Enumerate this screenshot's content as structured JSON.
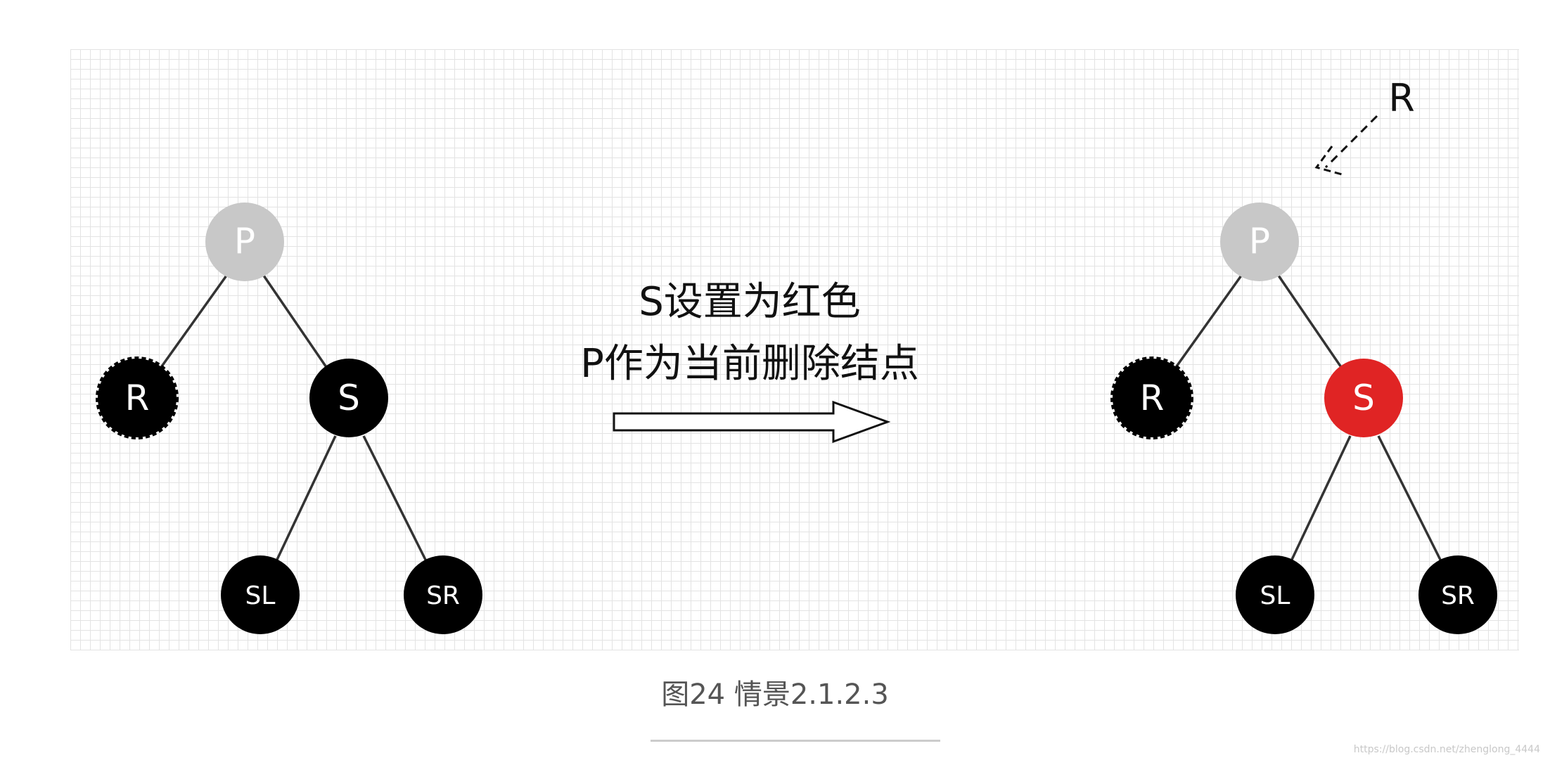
{
  "caption": "图24 情景2.1.2.3",
  "watermark": "https://blog.csdn.net/zhenglong_4444",
  "transition": {
    "line1": "S设置为红色",
    "line2": "P作为当前删除结点"
  },
  "colors": {
    "parent": "#c8c8c8",
    "black": "#000000",
    "red": "#e02424",
    "node_text": "#ffffff"
  },
  "before_tree": {
    "nodes": [
      {
        "id": "P",
        "label": "P",
        "color": "#c8c8c8"
      },
      {
        "id": "R",
        "label": "R",
        "color": "#000000"
      },
      {
        "id": "S",
        "label": "S",
        "color": "#000000"
      },
      {
        "id": "SL",
        "label": "SL",
        "color": "#000000"
      },
      {
        "id": "SR",
        "label": "SR",
        "color": "#000000"
      }
    ]
  },
  "after_tree": {
    "pointer_label": "R",
    "nodes": [
      {
        "id": "P",
        "label": "P",
        "color": "#c8c8c8"
      },
      {
        "id": "R",
        "label": "R",
        "color": "#000000"
      },
      {
        "id": "S",
        "label": "S",
        "color": "#e02424"
      },
      {
        "id": "SL",
        "label": "SL",
        "color": "#000000"
      },
      {
        "id": "SR",
        "label": "SR",
        "color": "#000000"
      }
    ]
  }
}
